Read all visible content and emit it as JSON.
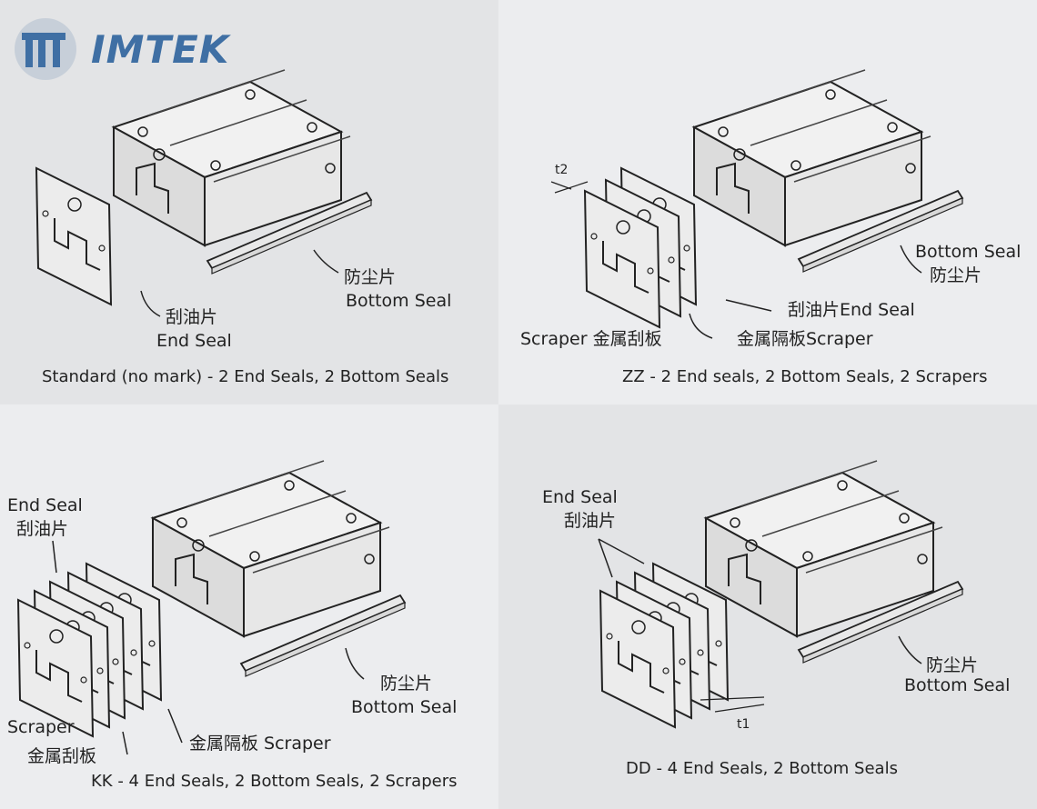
{
  "brand": {
    "name": "IMTEK",
    "color": "#3f6fa4"
  },
  "panels": {
    "standard": {
      "caption": "Standard (no mark) - 2 End Seals, 2 Bottom Seals",
      "bottom_seal_cn": "防尘片",
      "bottom_seal_en": "Bottom Seal",
      "end_seal_cn": "刮油片",
      "end_seal_en": "End Seal"
    },
    "zz": {
      "caption": "ZZ - 2 End seals, 2 Bottom Seals, 2 Scrapers",
      "t_label": "t2",
      "bottom_seal_en": "Bottom Seal",
      "bottom_seal_cn": "防尘片",
      "end_seal": "刮油片End Seal",
      "scraper_left": "Scraper 金属刮板",
      "scraper_right": "金属隔板Scraper"
    },
    "kk": {
      "caption": "KK - 4 End Seals, 2 Bottom Seals, 2 Scrapers",
      "end_seal_en": "End Seal",
      "end_seal_cn": "刮油片",
      "scraper_en": "Scraper",
      "scraper_cn": "金属刮板",
      "spacer": "金属隔板 Scraper",
      "bottom_seal_cn": "防尘片",
      "bottom_seal_en": "Bottom Seal"
    },
    "dd": {
      "caption": "DD - 4 End Seals, 2 Bottom Seals",
      "end_seal_en": "End Seal",
      "end_seal_cn": "刮油片",
      "t_label": "t1",
      "bottom_seal_cn": "防尘片",
      "bottom_seal_en": "Bottom Seal"
    }
  },
  "icons": {
    "logo": "imtek-logo-icon",
    "block": "linear-guide-block-drawing"
  }
}
